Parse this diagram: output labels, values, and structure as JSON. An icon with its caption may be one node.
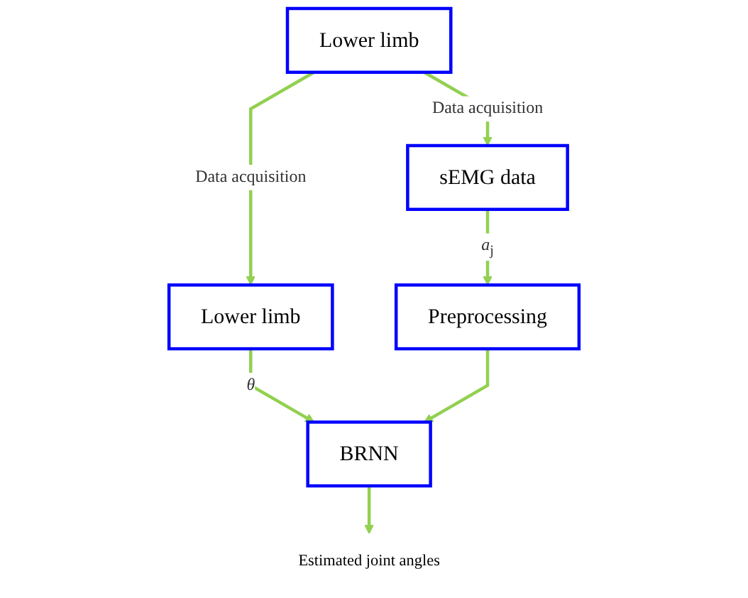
{
  "diagram": {
    "nodes": [
      {
        "text": [
          "Lower limb"
        ]
      },
      {
        "text": [
          "sEMG data"
        ]
      },
      {
        "text": [
          "Lower limb"
        ]
      },
      {
        "text": [
          "Preprocessing"
        ]
      },
      {
        "text": [
          "BRNN"
        ]
      },
      {
        "text": [
          "Estimated joint angles"
        ]
      }
    ],
    "edges": [
      {
        "from": 0,
        "to": 1,
        "arrow": "to",
        "label": "Data acquisition"
      },
      {
        "from": 0,
        "to": 2,
        "arrow": "to",
        "label": "Data acquisition"
      },
      {
        "from": 1,
        "to": 3,
        "arrow": "to",
        "label": "*a*$_{j}$"
      },
      {
        "from": 2,
        "to": 4,
        "arrow": "to",
        "label": "*θ*"
      },
      {
        "from": 3,
        "to": 4,
        "arrow": "to"
      },
      {
        "from": 4,
        "to": 5,
        "arrow": "to"
      }
    ]
  }
}
